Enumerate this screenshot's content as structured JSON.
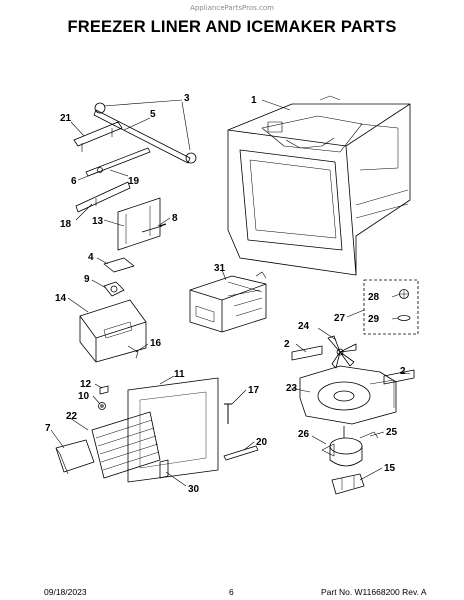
{
  "header": {
    "watermark": "AppliancePartsPros.com",
    "title": "FREEZER LINER AND ICEMAKER PARTS"
  },
  "callouts": {
    "c1": "1",
    "c2a": "2",
    "c2b": "2",
    "c3": "3",
    "c4": "4",
    "c5": "5",
    "c6": "6",
    "c7": "7",
    "c8": "8",
    "c9": "9",
    "c10": "10",
    "c11": "11",
    "c12": "12",
    "c13": "13",
    "c14": "14",
    "c15": "15",
    "c16": "16",
    "c17": "17",
    "c18": "18",
    "c19": "19",
    "c20": "20",
    "c21": "21",
    "c22": "22",
    "c23": "23",
    "c24": "24",
    "c25": "25",
    "c26": "26",
    "c27": "27",
    "c28": "28",
    "c29": "29",
    "c30": "30",
    "c31": "31"
  },
  "footer": {
    "date": "09/18/2023",
    "page": "6",
    "part_number": "Part No. W11668200  Rev. A"
  }
}
